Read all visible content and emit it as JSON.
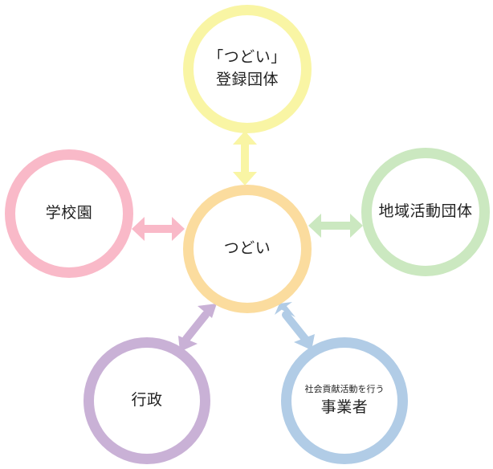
{
  "diagram": {
    "center": {
      "label": "つどい",
      "color": "#fbdc9e"
    },
    "nodes": [
      {
        "id": "tsudoi-groups",
        "label_line1": "「つどい」",
        "label_line2": "登録団体",
        "color": "#f9f5a4"
      },
      {
        "id": "community-groups",
        "label_line1": "地域活動団体",
        "color": "#cbe8c0"
      },
      {
        "id": "business",
        "label_sub": "社会貢献活動を行う",
        "label_line1": "事業者",
        "color": "#b1cce6"
      },
      {
        "id": "administration",
        "label_line1": "行政",
        "color": "#c9b1d6"
      },
      {
        "id": "schools",
        "label_line1": "学校園",
        "color": "#f9b9c8"
      }
    ]
  }
}
